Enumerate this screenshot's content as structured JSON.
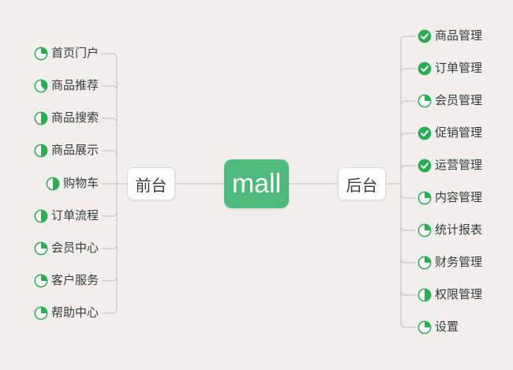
{
  "root": {
    "label": "mall"
  },
  "branches": [
    {
      "label": "前台",
      "side": "left",
      "items": [
        {
          "label": "首页门户",
          "progress": 25,
          "icon": "pie"
        },
        {
          "label": "商品推荐",
          "progress": 37.5,
          "icon": "pie"
        },
        {
          "label": "商品搜索",
          "progress": 50,
          "icon": "pie"
        },
        {
          "label": "商品展示",
          "progress": 50,
          "icon": "pie"
        },
        {
          "label": "购物车",
          "progress": 50,
          "icon": "pie"
        },
        {
          "label": "订单流程",
          "progress": 50,
          "icon": "pie"
        },
        {
          "label": "会员中心",
          "progress": 25,
          "icon": "pie"
        },
        {
          "label": "客户服务",
          "progress": 25,
          "icon": "pie"
        },
        {
          "label": "帮助中心",
          "progress": 25,
          "icon": "pie"
        }
      ]
    },
    {
      "label": "后台",
      "side": "right",
      "items": [
        {
          "label": "商品管理",
          "progress": 100,
          "icon": "check"
        },
        {
          "label": "订单管理",
          "progress": 100,
          "icon": "check"
        },
        {
          "label": "会员管理",
          "progress": 25,
          "icon": "pie"
        },
        {
          "label": "促销管理",
          "progress": 100,
          "icon": "check"
        },
        {
          "label": "运营管理",
          "progress": 100,
          "icon": "check"
        },
        {
          "label": "内容管理",
          "progress": 25,
          "icon": "pie"
        },
        {
          "label": "统计报表",
          "progress": 25,
          "icon": "pie"
        },
        {
          "label": "财务管理",
          "progress": 25,
          "icon": "pie"
        },
        {
          "label": "权限管理",
          "progress": 50,
          "icon": "pie"
        },
        {
          "label": "设置",
          "progress": 25,
          "icon": "pie"
        }
      ]
    }
  ],
  "colors": {
    "background": "#f0efed",
    "accent_green": "#2eac52",
    "root_green": "#4fba7b",
    "root_text": "#ffffff",
    "line": "#c6c5c2",
    "item_text": "#3a3a3a"
  }
}
